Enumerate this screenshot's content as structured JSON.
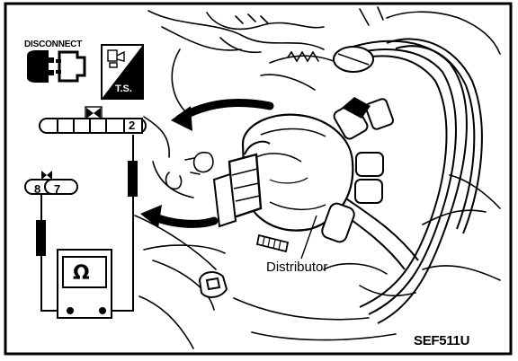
{
  "icons": {
    "disconnect_label": "DISCONNECT",
    "ts_label": "T.S."
  },
  "connector": {
    "pin_2": "2",
    "pin_8": "8",
    "pin_7": "7"
  },
  "meter": {
    "symbol": "Ω"
  },
  "callouts": {
    "distributor": "Distributor"
  },
  "figure_code": "SEF511U"
}
